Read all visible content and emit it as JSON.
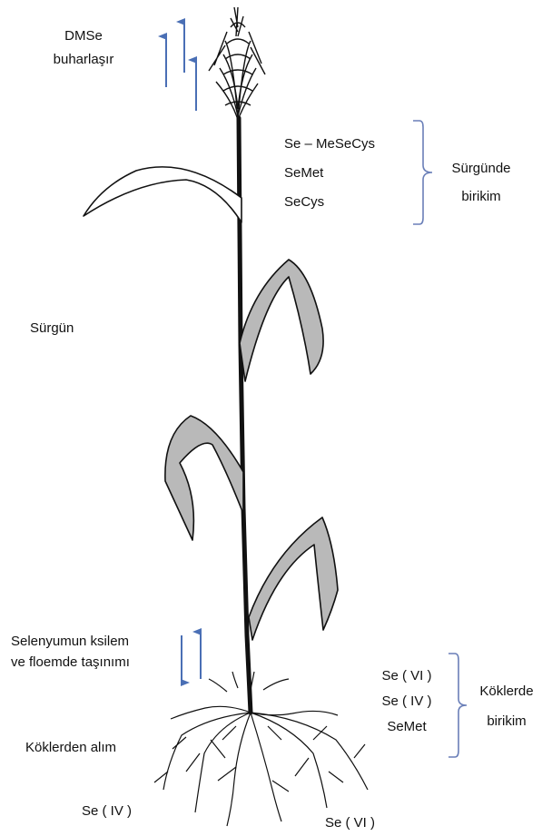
{
  "diagram": {
    "dmse_line1": "DMSe",
    "dmse_line2": "buharlaşır",
    "shoot_forms": [
      "Se – MeSeCys",
      "SeMet",
      "SeCys"
    ],
    "shoot_accum_line1": "Sürgünde",
    "shoot_accum_line2": "birikim",
    "shoot_label": "Sürgün",
    "transport_line1": "Selenyumun ksilem",
    "transport_line2": "ve floemde taşınımı",
    "root_forms": [
      "Se ( VI )",
      "Se ( IV )",
      "SeMet"
    ],
    "root_accum_line1": "Köklerde",
    "root_accum_line2": "birikim",
    "uptake_label": "Köklerden alım",
    "soil_se_left": "Se ( IV )",
    "soil_se_right": "Se ( VI )"
  },
  "colors": {
    "arrow": "#4a6fb5",
    "bracket": "#6a7fb8",
    "leaf_fill": "#b9b9b9",
    "stem": "#111111"
  }
}
